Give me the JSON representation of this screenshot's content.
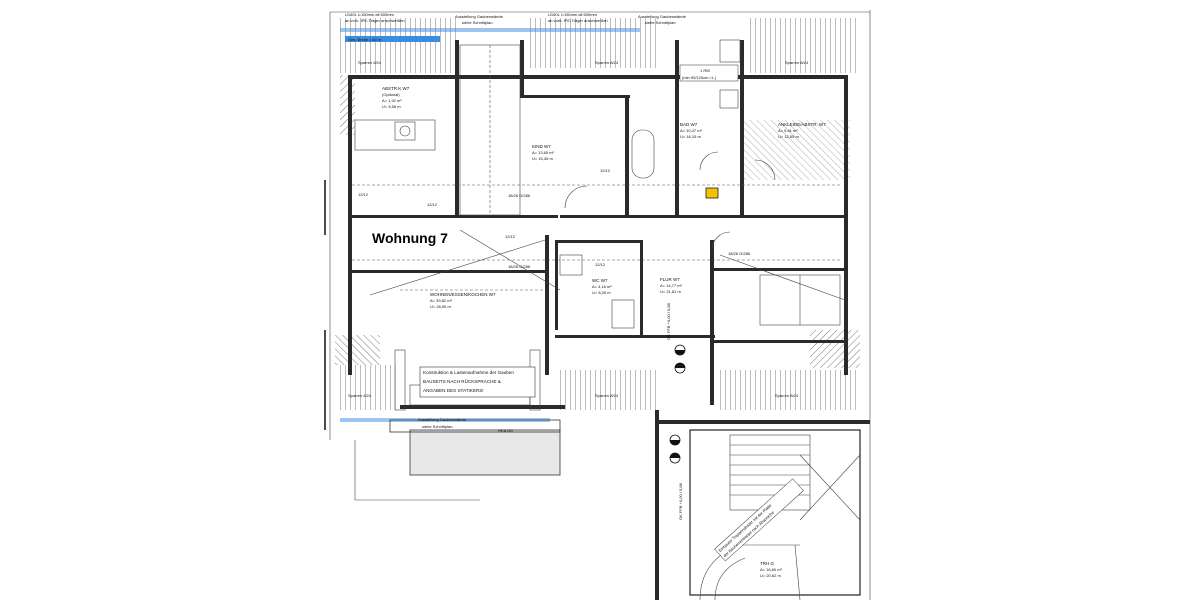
{
  "unit_title": "Wohnung 7",
  "top_notes": {
    "left_beam": "U160L i=150mm all 600mm",
    "left_beam_2": "an vorh. IPE-Träger anschweißen",
    "left_dormer": "Ausstellung Gaubenwände",
    "left_dormer_2": "siehe Schnittplan.",
    "right_beam": "U160L i=150mm all 600mm",
    "right_beam_2": "an vorh. IPE-Träger anschweißen",
    "right_dormer": "Ausstellung Gaubenwände",
    "right_dormer_2": "siehe Schnittplan.",
    "highlight": "Ges. Breite 1.60 m"
  },
  "rafters": {
    "top_left": "Sparren 8/24",
    "top_mid": "Sparren 8/24",
    "top_right": "Sparren 8/24",
    "bot_left": "Sparren 8/24",
    "bot_mid": "Sparren 8/24",
    "bot_right": "Sparren 8/24"
  },
  "rooms": {
    "abstr": {
      "name": "ABSTR.K W7",
      "sub": "(Optional)",
      "a": "A= 1,92 m²",
      "u": "U= 5,56 m"
    },
    "kind": {
      "name": "KIND W7",
      "a": "A= 13,65 m²",
      "u": "U= 15,45 m"
    },
    "bad": {
      "name": "BAD W7",
      "a": "A= 10,47 m²",
      "u": "U= 16,15 m"
    },
    "ankleide": {
      "name": "ANKLEIDE/ABSTR. W7",
      "a": "A= 9,61 m²",
      "u": "U= 12,55 m"
    },
    "wohnen": {
      "name": "WOHNEN/ESSEN/KOCHEN W7",
      "a": "A= 39,82 m²",
      "u": "U= 28,55 m"
    },
    "wc": {
      "name": "WC W7",
      "a": "A= 4,16 m²",
      "u": "U= 8,26 m"
    },
    "flur": {
      "name": "FLUR W7",
      "a": "A= 14,77 m²",
      "u": "U= 21,81 m"
    },
    "trh": {
      "name": "TRH G",
      "a": "A= 16,60 m²",
      "u": "U= 20,62 m"
    }
  },
  "fixtures": {
    "rw": "1 RW",
    "rw_2": "(min 90/120cm i.L.)"
  },
  "door_tags": {
    "d1": "18/26 G/286",
    "d2": "18/26 G/286",
    "d3": "18/26 G/286",
    "d4": "HEA180"
  },
  "dims": {
    "d1212a": "12/12",
    "d1212b": "12/12",
    "d1212c": "12/12",
    "d1212d": "12/12",
    "d1212e": "12/12"
  },
  "static_note": {
    "line1": "Konstruktion & Lastenaufnahme der Gauben",
    "line2": "BAUSEITS NACH RÜCKSPRACHE &",
    "line3": "ANGABEN DES STATIKERS!"
  },
  "bottom_dormer": {
    "line1": "Ausstellung Gaubenwände",
    "line2": "siehe Schnittplan."
  },
  "section_notes": {
    "s1": "OK FFB +0,00 / 5,88",
    "s2": "OK FFB +0,00 / 5,88"
  },
  "stair_note": {
    "line1": "Einbauter Treppenabsatz mit der Platte",
    "line2": "der Bauherrentreppe nach Absprache"
  },
  "colors": {
    "highlight": "#3b8de0",
    "hatch": "#555555",
    "marker": "#f2c200"
  }
}
